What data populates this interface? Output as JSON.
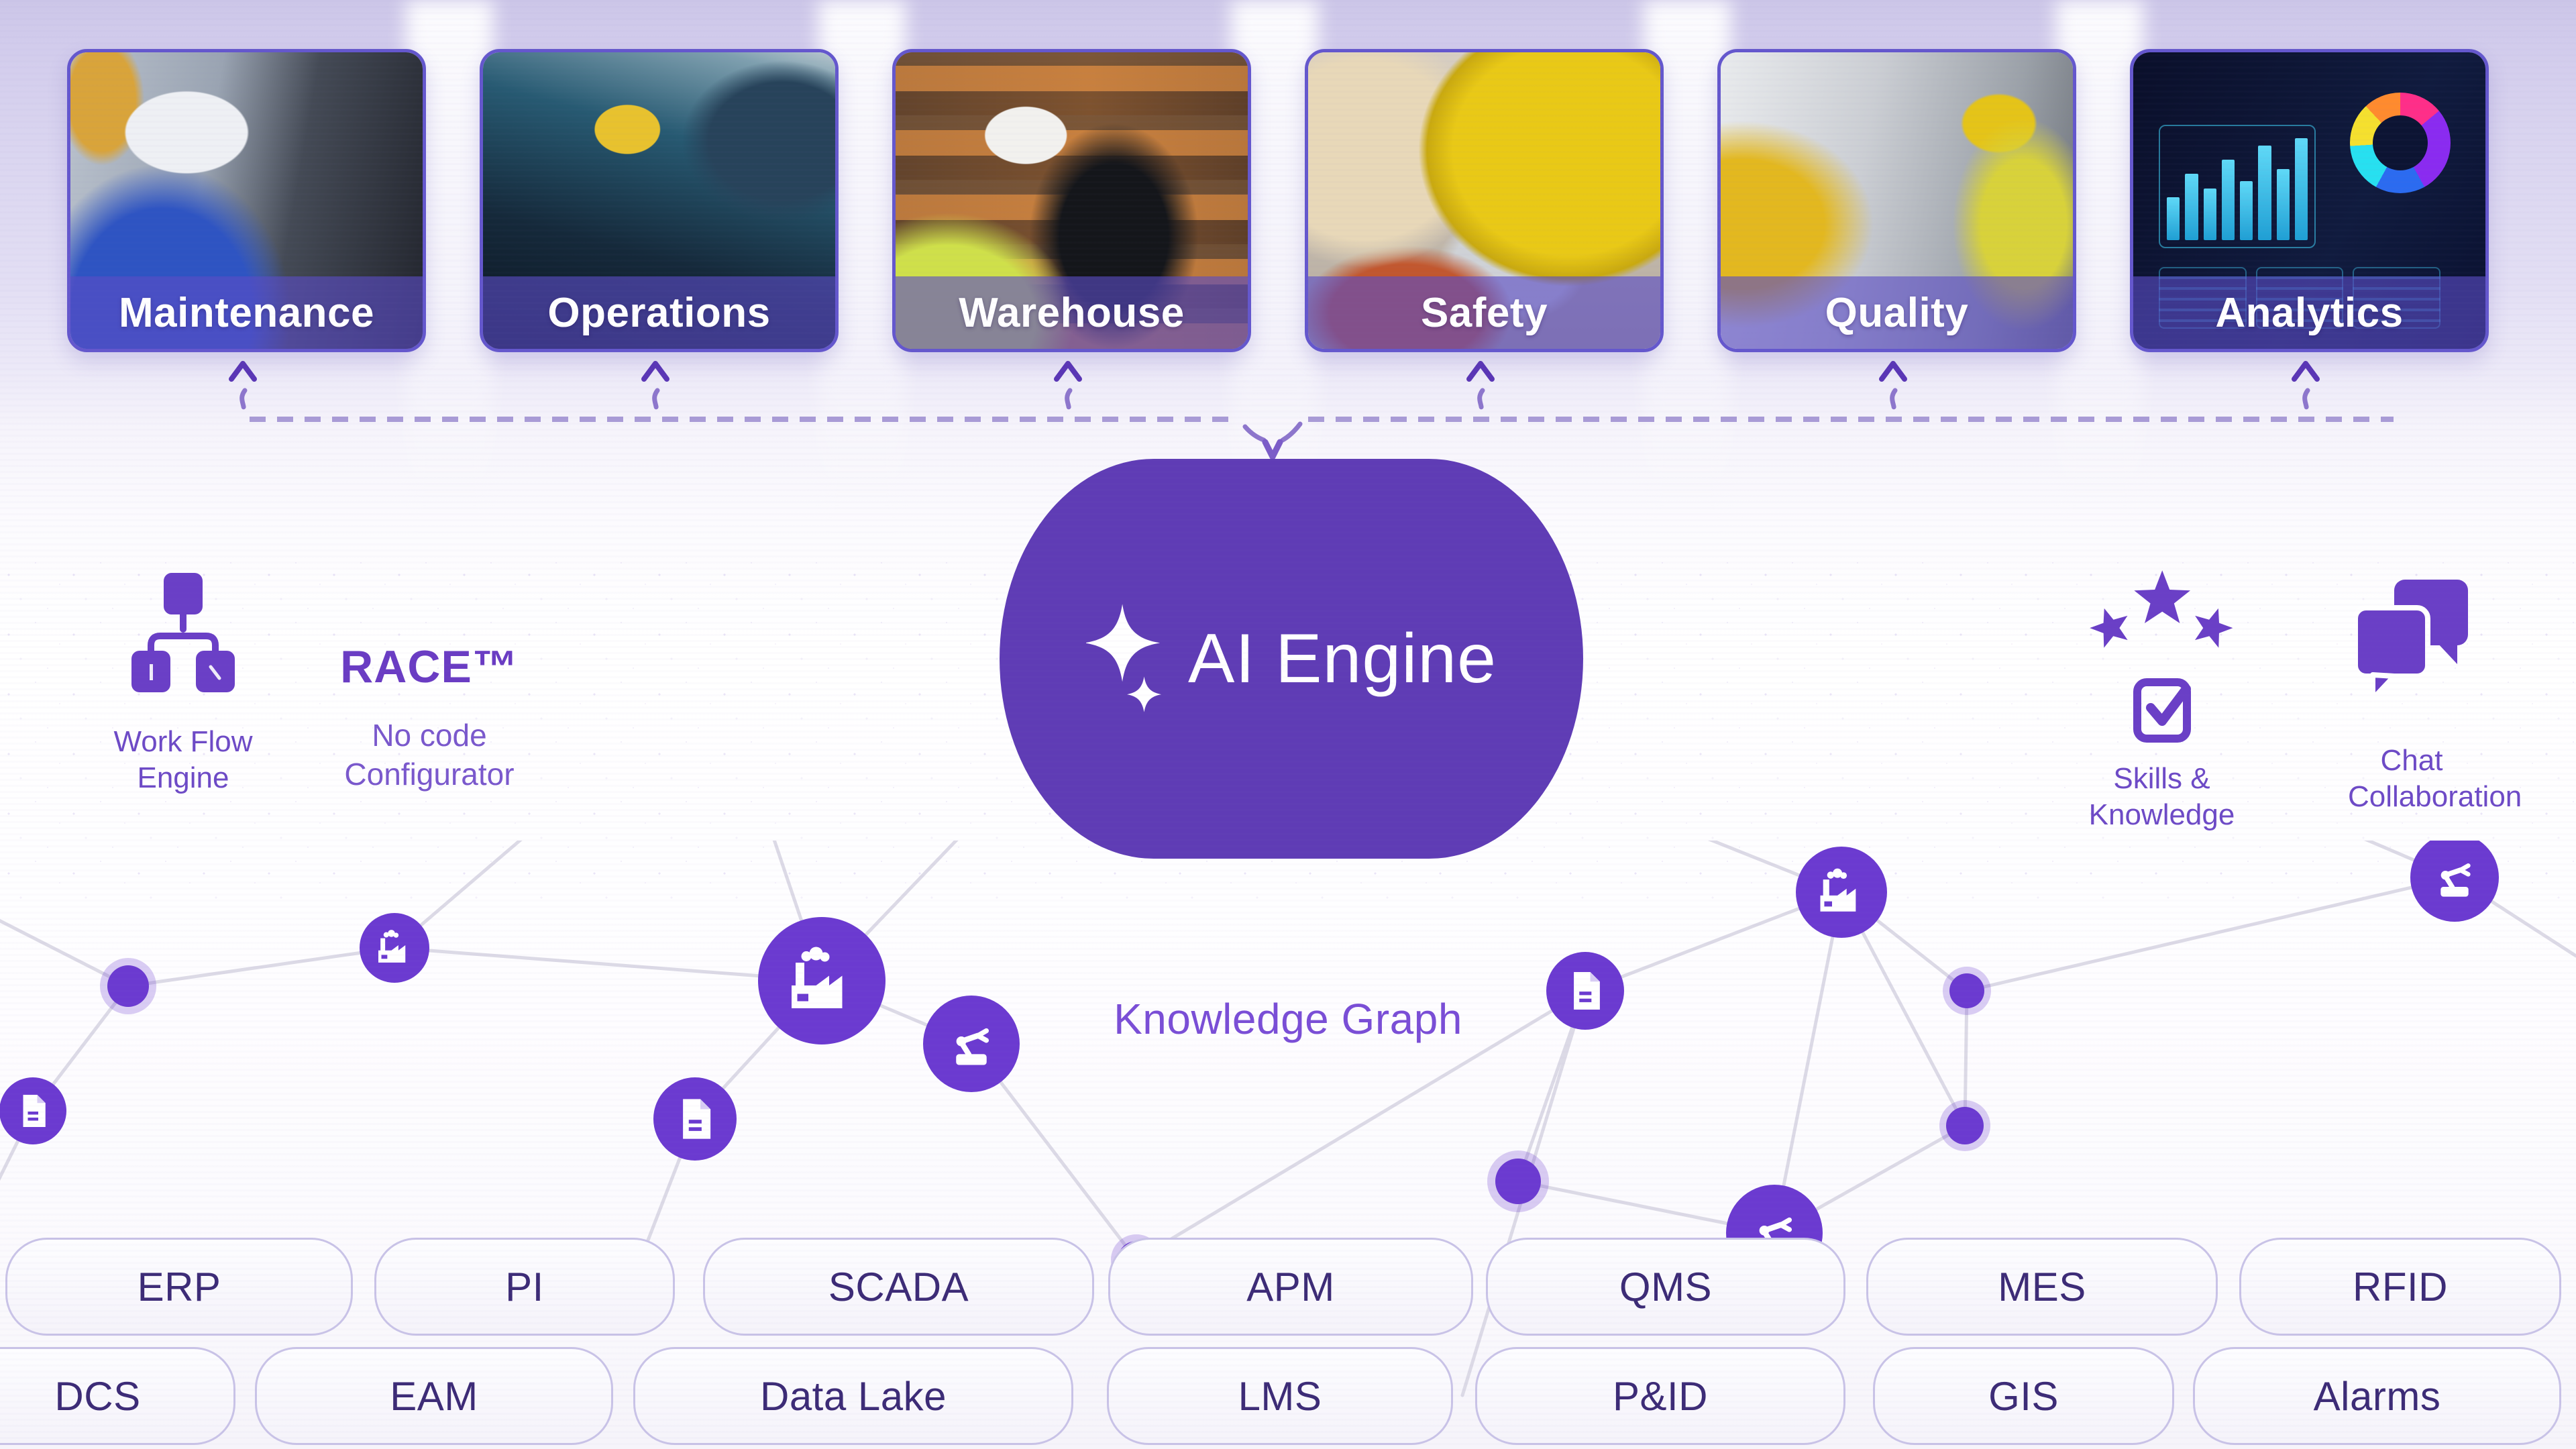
{
  "cards": [
    {
      "label": "Maintenance"
    },
    {
      "label": "Operations"
    },
    {
      "label": "Warehouse"
    },
    {
      "label": "Safety"
    },
    {
      "label": "Quality"
    },
    {
      "label": "Analytics"
    }
  ],
  "engine": {
    "label": "AI Engine",
    "icon": "sparkle-icon",
    "color": "#5f3cb5"
  },
  "features": {
    "workflow": {
      "icon": "workflow-tree-icon",
      "line1": "Work Flow",
      "line2": "Engine"
    },
    "race": {
      "title": "RACE™",
      "sub1": "No code",
      "sub2": "Configurator"
    },
    "skills": {
      "icon": "stars-check-icon",
      "line1": "Skills &",
      "line2": "Knowledge"
    },
    "chat": {
      "icon": "chat-bubbles-icon",
      "line1": "Chat",
      "line2": "Collaboration"
    }
  },
  "knowledge_graph": {
    "label": "Knowledge Graph",
    "node_icons": [
      "factory-icon",
      "document-icon",
      "robot-arm-icon",
      "plain-dot"
    ]
  },
  "integrations": {
    "row1": [
      "ERP",
      "PI",
      "SCADA",
      "APM",
      "QMS",
      "MES",
      "RFID"
    ],
    "row2": [
      "DCS",
      "EAM",
      "Data Lake",
      "LMS",
      "P&ID",
      "GIS",
      "Alarms"
    ]
  },
  "colors": {
    "accent_purple": "#5f3cb5",
    "node_purple": "#6b3ad0",
    "card_border": "#6457cd",
    "card_band": "rgba(90,76,197,0.62)",
    "pill_text": "#3c2b76",
    "pill_border": "#c9c3e7",
    "dashed_line": "#a99bd6",
    "graph_edge": "#dcdae6",
    "feature_text": "#6d4ac6"
  }
}
